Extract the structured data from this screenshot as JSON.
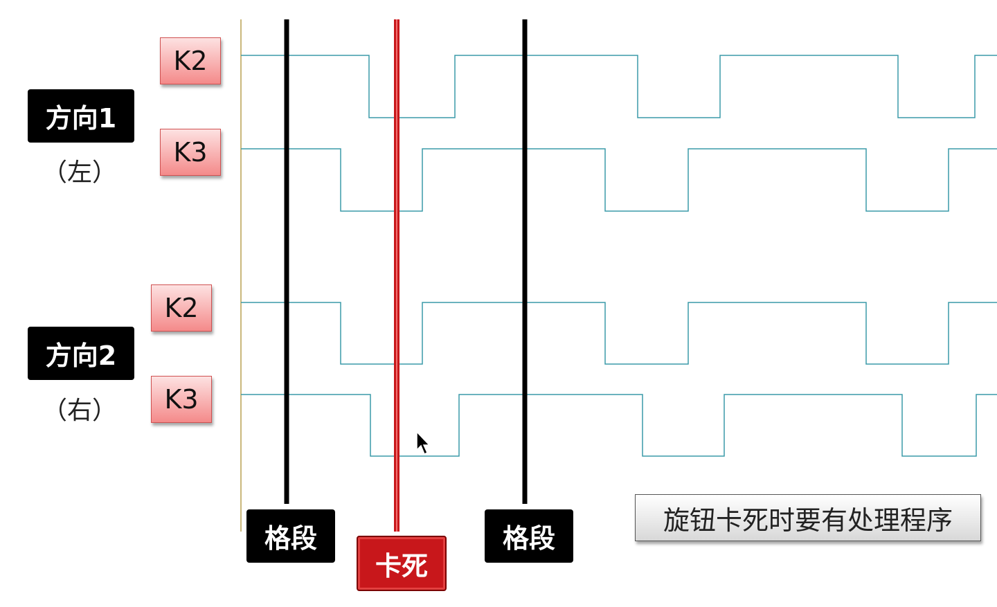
{
  "direction1": {
    "label": "方向1",
    "sub": "（左）",
    "k2": "K2",
    "k3": "K3"
  },
  "direction2": {
    "label": "方向2",
    "sub": "（右）",
    "k2": "K2",
    "k3": "K3"
  },
  "markers": {
    "segment_left": "格段",
    "stuck": "卡死",
    "segment_right": "格段"
  },
  "note": "旋钮卡死时要有处理程序",
  "colors": {
    "waveform": "#3a9aa8",
    "segment_line": "#000000",
    "stuck_line": "#c8171b",
    "k_box_top": "#fde2e2",
    "k_box_bottom": "#f48a8a"
  },
  "icons": {
    "pointer": "arrow-cursor-icon"
  }
}
